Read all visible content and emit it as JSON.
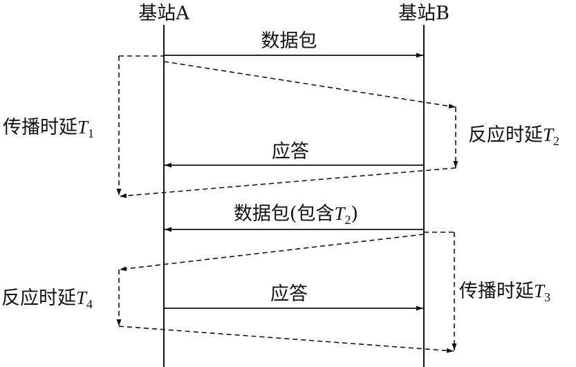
{
  "stations": {
    "a": "基站A",
    "b": "基站B"
  },
  "messages": {
    "packet1": "数据包",
    "reply1": "应答",
    "packet2": {
      "text": "数据包(包含",
      "var": "T",
      "sub": "2",
      "close": ")"
    },
    "reply2": "应答"
  },
  "delays": {
    "t1": {
      "text": "传播时延",
      "var": "T",
      "sub": "1"
    },
    "t2": {
      "text": "反应时延",
      "var": "T",
      "sub": "2"
    },
    "t3": {
      "text": "传播时延",
      "var": "T",
      "sub": "3"
    },
    "t4": {
      "text": "反应时延",
      "var": "T",
      "sub": "4"
    }
  },
  "colors": {
    "ink": "#111111"
  }
}
